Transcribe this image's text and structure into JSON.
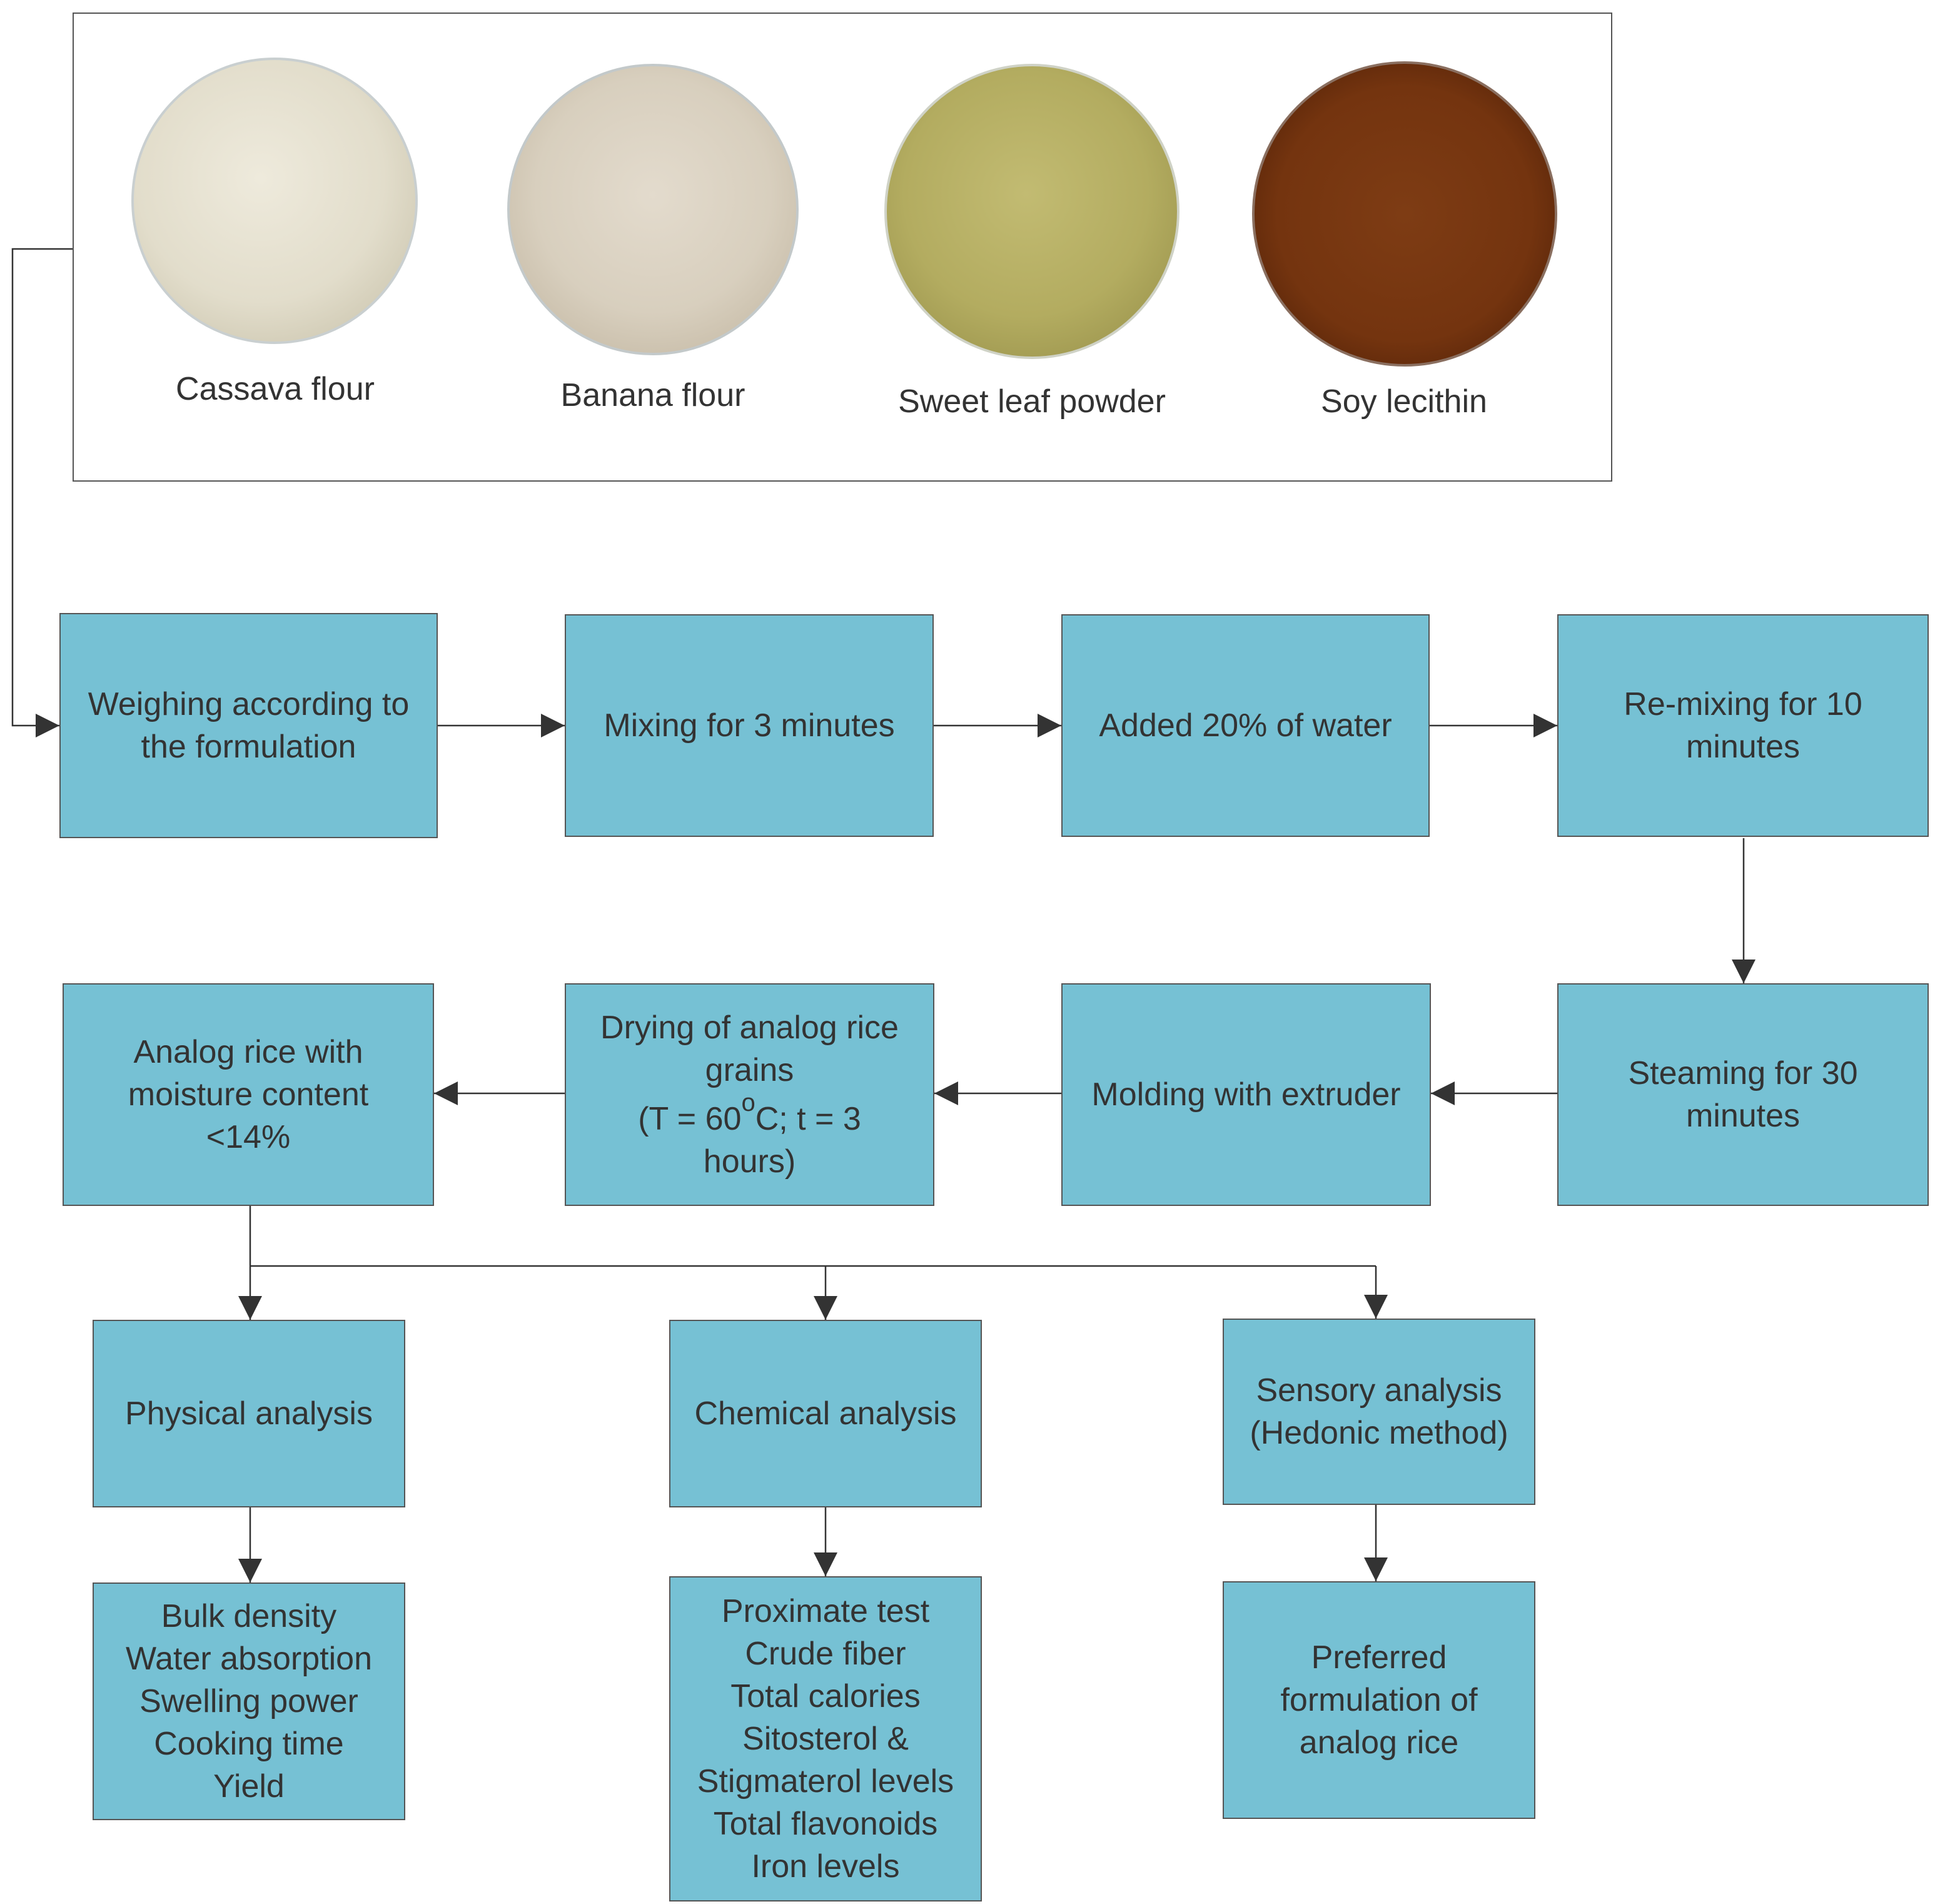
{
  "ingredients": [
    {
      "label": "Cassava flour",
      "color": "#e3dfcf"
    },
    {
      "label": "Banana flour",
      "color": "#d9d0c0"
    },
    {
      "label": "Sweet leaf powder",
      "color": "#b5ae63"
    },
    {
      "label": "Soy lecithin",
      "color": "#7a3a12"
    }
  ],
  "steps": {
    "weighing": [
      "Weighing according to",
      "the formulation"
    ],
    "mixing": [
      "Mixing for 3 minutes"
    ],
    "water": [
      "Added 20% of water"
    ],
    "remixing": [
      "Re-mixing for 10",
      "minutes"
    ],
    "steaming": [
      "Steaming for 30",
      "minutes"
    ],
    "molding": [
      "Molding with extruder"
    ],
    "drying": {
      "line1": "Drying of analog rice",
      "line2": "grains",
      "line3_prefix": "(T = 60",
      "line3_sup": "o",
      "line3_suffix": "C; t = 3",
      "line4": "hours)"
    },
    "analog": [
      "Analog rice with",
      "moisture content",
      "<14%"
    ]
  },
  "analyses": {
    "physical": [
      "Physical analysis"
    ],
    "chemical": [
      "Chemical analysis"
    ],
    "sensory": [
      "Sensory analysis",
      "(Hedonic method)"
    ]
  },
  "outputs": {
    "physical": [
      "Bulk density",
      "Water absorption",
      "Swelling power",
      "Cooking time",
      "Yield"
    ],
    "chemical": [
      "Proximate test",
      "Crude fiber",
      "Total calories",
      "Sitosterol &",
      "Stigmaterol levels",
      "Total flavonoids",
      "Iron levels"
    ],
    "sensory": [
      "Preferred",
      "formulation of",
      "analog rice"
    ]
  },
  "colors": {
    "box_fill": "#76c1d4",
    "border": "#555555",
    "arrow": "#333333",
    "text": "#333333"
  }
}
